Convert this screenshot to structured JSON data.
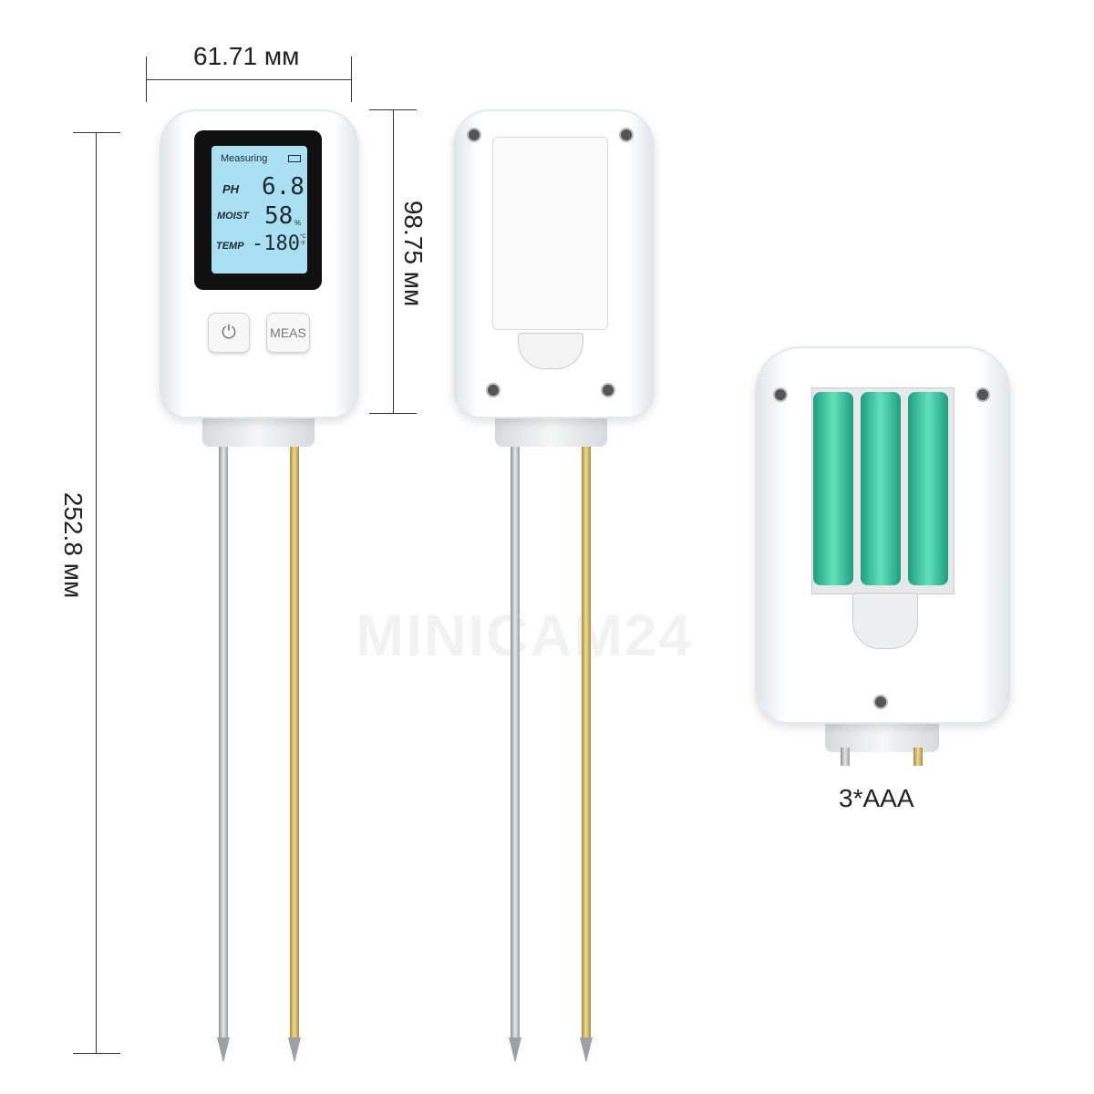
{
  "dimensions": {
    "width": "61.71 мм",
    "height_body": "98.75 мм",
    "height_total": "252.8 мм"
  },
  "display": {
    "status": "Measuring",
    "ph_label": "PH",
    "ph_value": "6.8",
    "moist_label": "MOIST",
    "moist_value": "58",
    "moist_unit": "%",
    "temp_label": "TEMP",
    "temp_value": "-180",
    "temp_unit": "°C °F"
  },
  "buttons": {
    "power_icon": "power-icon",
    "meas_label": "MEAS"
  },
  "battery_label": "3*AAA",
  "watermark": "MINICAM24",
  "colors": {
    "lcd": "#a9e0f2",
    "battery": "#3cc59f",
    "gold_probe": "#d9c070"
  }
}
